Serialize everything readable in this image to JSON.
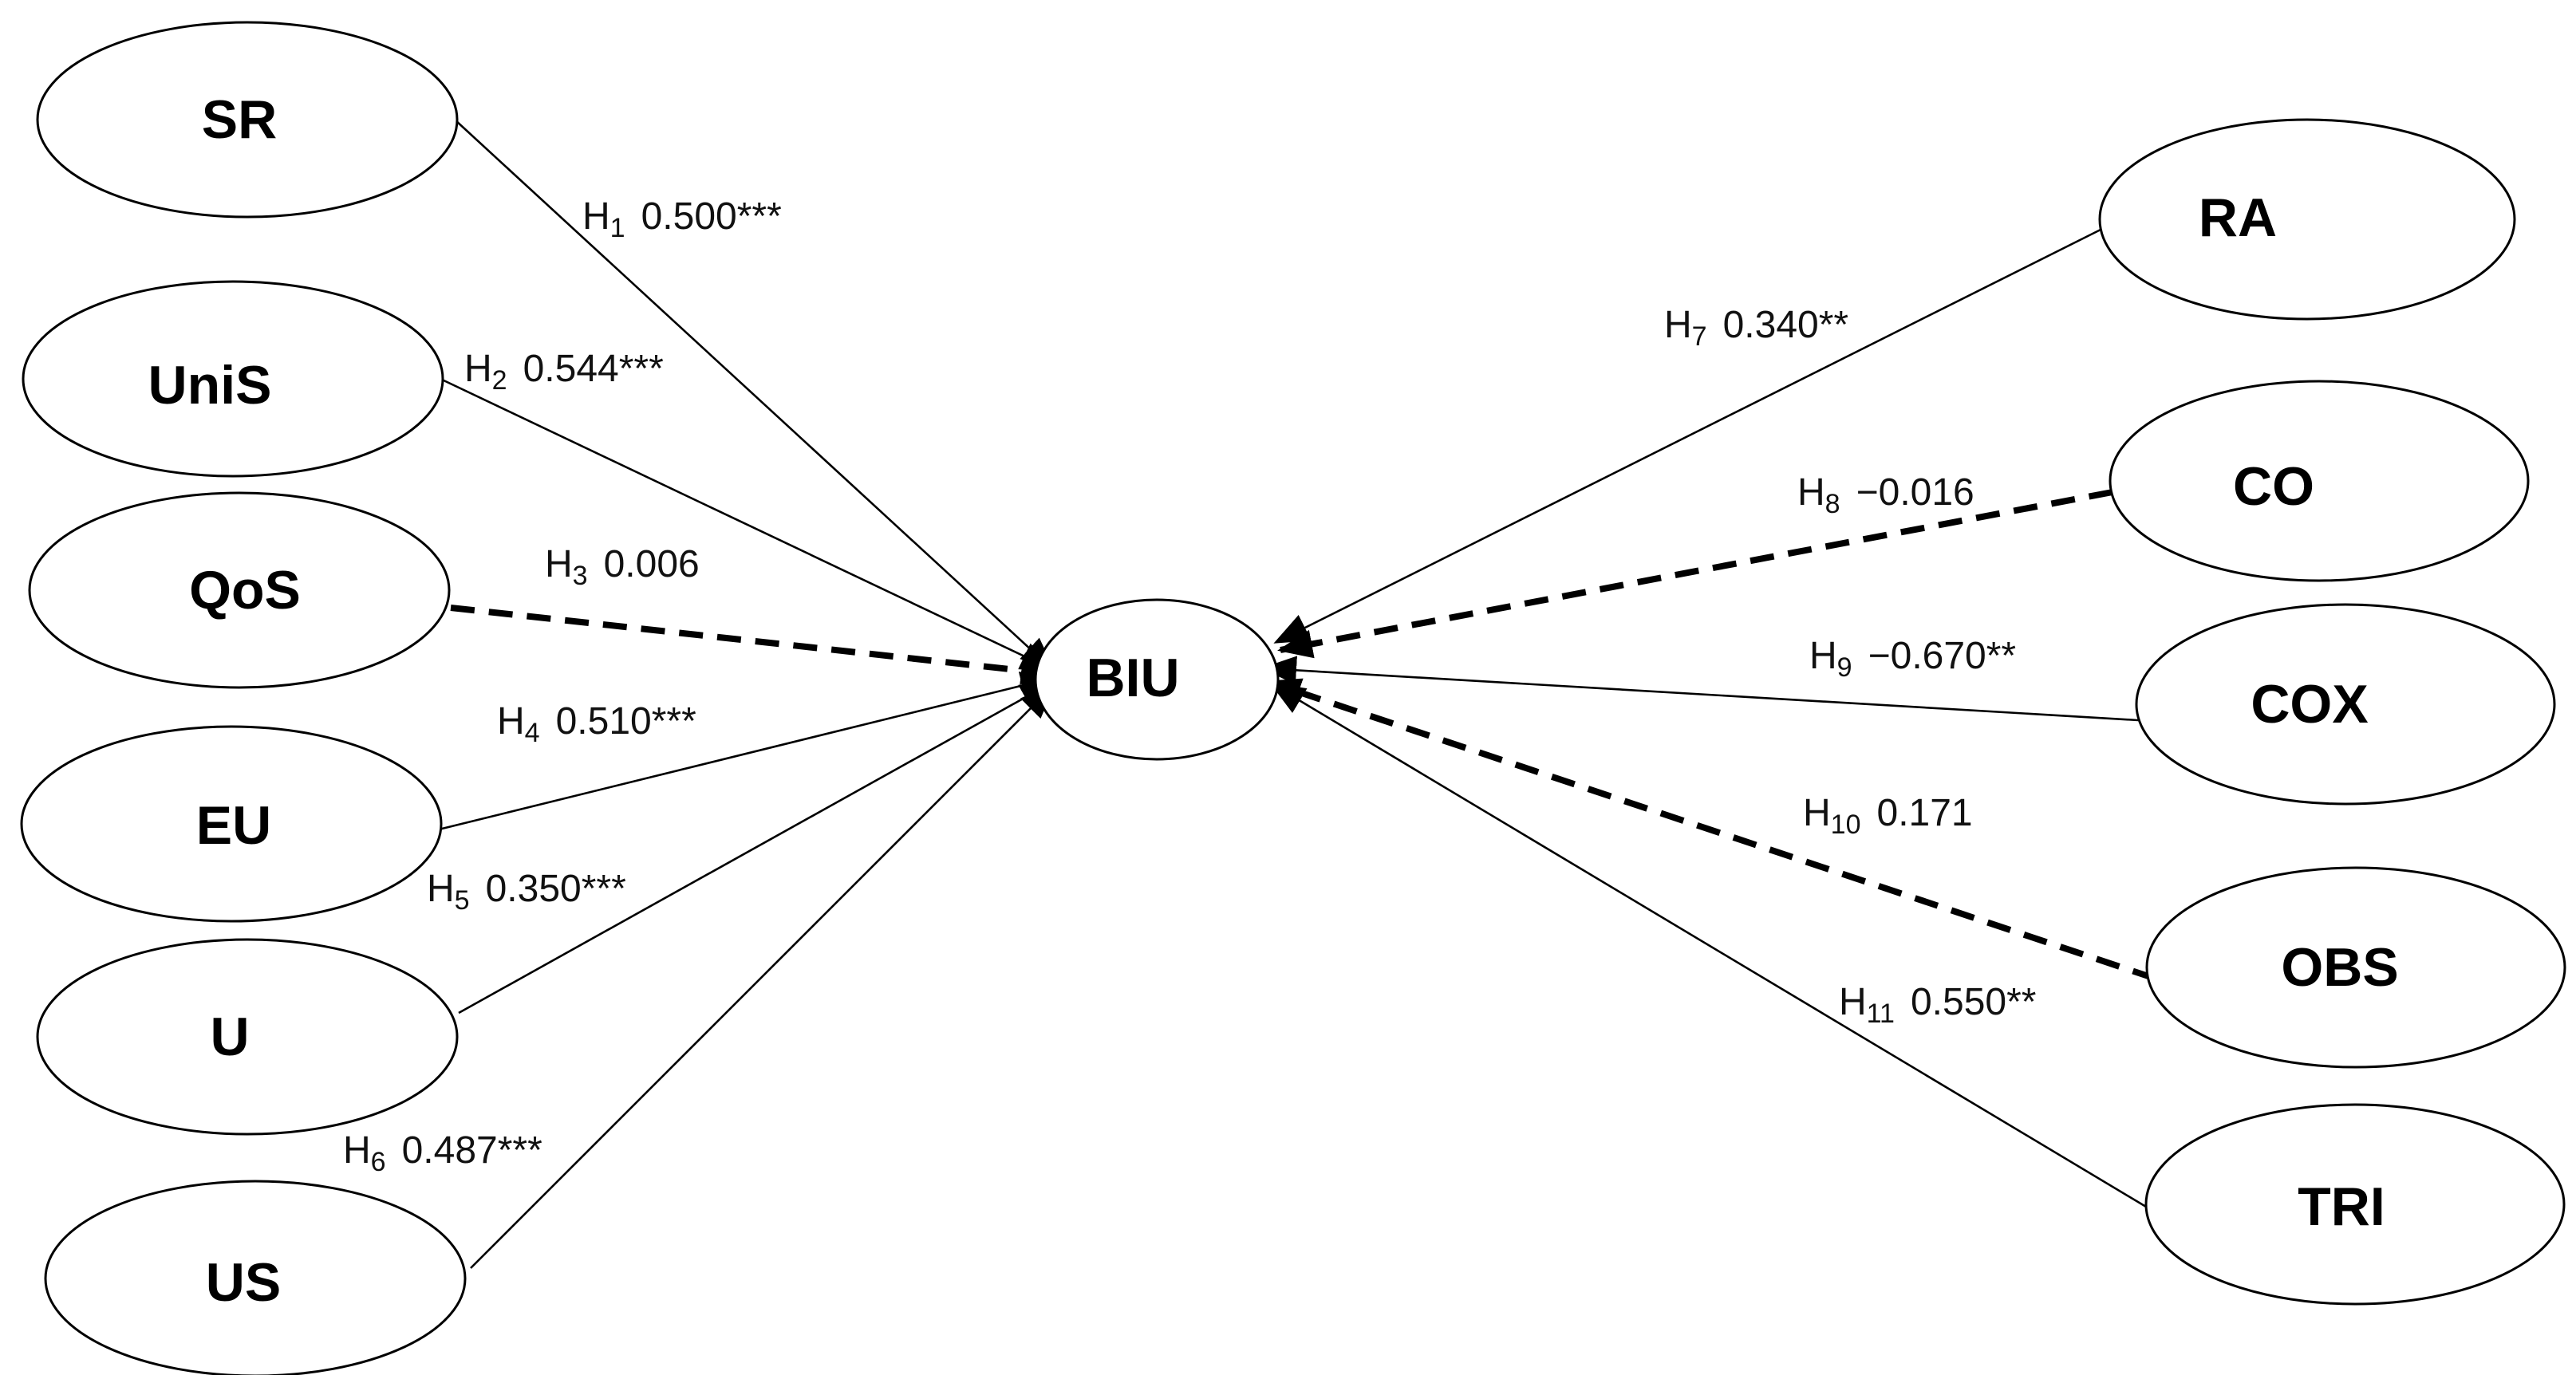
{
  "center": {
    "label": "BIU"
  },
  "left_nodes": [
    {
      "label": "SR"
    },
    {
      "label": "UniS"
    },
    {
      "label": "QoS"
    },
    {
      "label": "EU"
    },
    {
      "label": "U"
    },
    {
      "label": "US"
    }
  ],
  "right_nodes": [
    {
      "label": "RA"
    },
    {
      "label": "CO"
    },
    {
      "label": "COX"
    },
    {
      "label": "OBS"
    },
    {
      "label": "TRI"
    }
  ],
  "edges": [
    {
      "h": "H",
      "sub": "1",
      "coef": "0.500***",
      "style": "solid"
    },
    {
      "h": "H",
      "sub": "2",
      "coef": "0.544***",
      "style": "solid"
    },
    {
      "h": "H",
      "sub": "3",
      "coef": "0.006",
      "style": "dashed"
    },
    {
      "h": "H",
      "sub": "4",
      "coef": "0.510***",
      "style": "solid"
    },
    {
      "h": "H",
      "sub": "5",
      "coef": "0.350***",
      "style": "solid"
    },
    {
      "h": "H",
      "sub": "6",
      "coef": "0.487***",
      "style": "solid"
    },
    {
      "h": "H",
      "sub": "7",
      "coef": "0.340**",
      "style": "solid"
    },
    {
      "h": "H",
      "sub": "8",
      "coef": "−0.016",
      "style": "dashed"
    },
    {
      "h": "H",
      "sub": "9",
      "coef": "−0.670**",
      "style": "solid"
    },
    {
      "h": "H",
      "sub": "10",
      "coef": "0.171",
      "style": "dashed"
    },
    {
      "h": "H",
      "sub": "11",
      "coef": "0.550**",
      "style": "solid"
    }
  ]
}
